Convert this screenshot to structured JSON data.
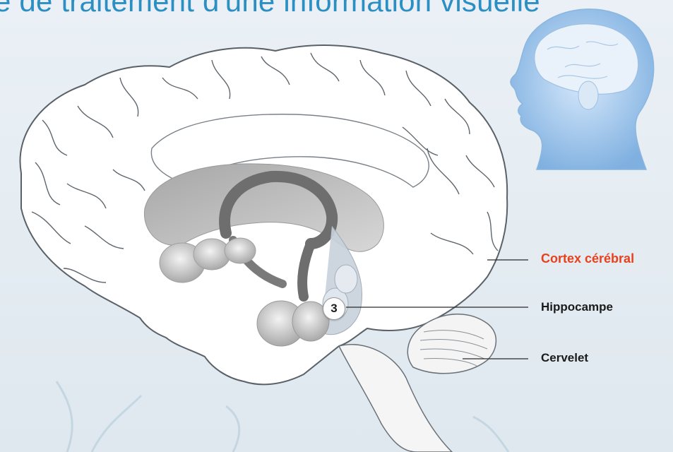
{
  "title": "e de traitement d'une information visuelle",
  "colors": {
    "title": "#2c8fc4",
    "accent_label": "#e8401c",
    "label": "#1b1b1b",
    "head_silhouette": "#7fb0e0",
    "background": "#e6eef4"
  },
  "labels": {
    "cortex": "Cortex cérébral",
    "hippocampe": "Hippocampe",
    "cervelet": "Cervelet"
  },
  "marker": "3"
}
